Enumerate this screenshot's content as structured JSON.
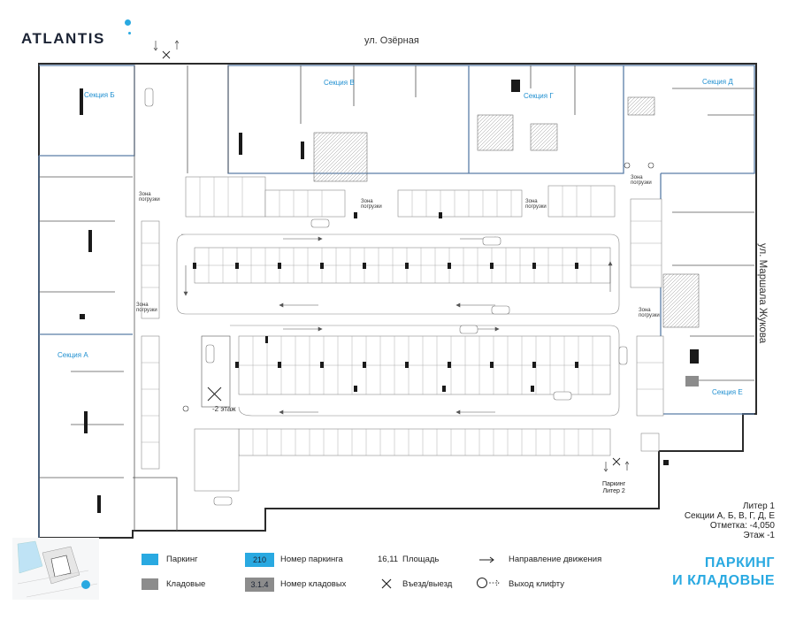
{
  "brand": {
    "logo": "ATLANTIS",
    "accent": "#29a9e1",
    "parking_blue": "#29a9e1",
    "storage_gray": "#8c8c8c"
  },
  "streets": {
    "top": "ул. Озёрная",
    "right": "ул. Маршала Жукова"
  },
  "sections": {
    "a": "Секция А",
    "b": "Секция Б",
    "v": "Секция В",
    "g": "Секция Г",
    "d": "Секция Д",
    "e": "Секция Е"
  },
  "plan_labels": {
    "loading_zone": "Зона погрузки",
    "ramp_floor": "-2 этаж",
    "parking_exit": "Паркинг",
    "parking_exit_2": "Литер 2"
  },
  "info": {
    "liter": "Литер 1",
    "sections": "Секции А, Б, В, Г, Д, Е",
    "mark": "Отметка:  -4,050",
    "floor": "Этаж  -1"
  },
  "title": {
    "line1": "ПАРКИНГ",
    "line2": "И КЛАДОВЫЕ"
  },
  "legend": {
    "parking": "Паркинг",
    "storage": "Кладовые",
    "parking_number_value": "210",
    "parking_number_label": "Номер паркинга",
    "storage_number_value": "3.1.4",
    "storage_number_label": "Номер кладовых",
    "area_value": "16,11",
    "area_label": "Площадь",
    "entry_exit_label": "Въезд/выезд",
    "direction_label": "Направление движения",
    "lift_label": "Выход клифту"
  }
}
